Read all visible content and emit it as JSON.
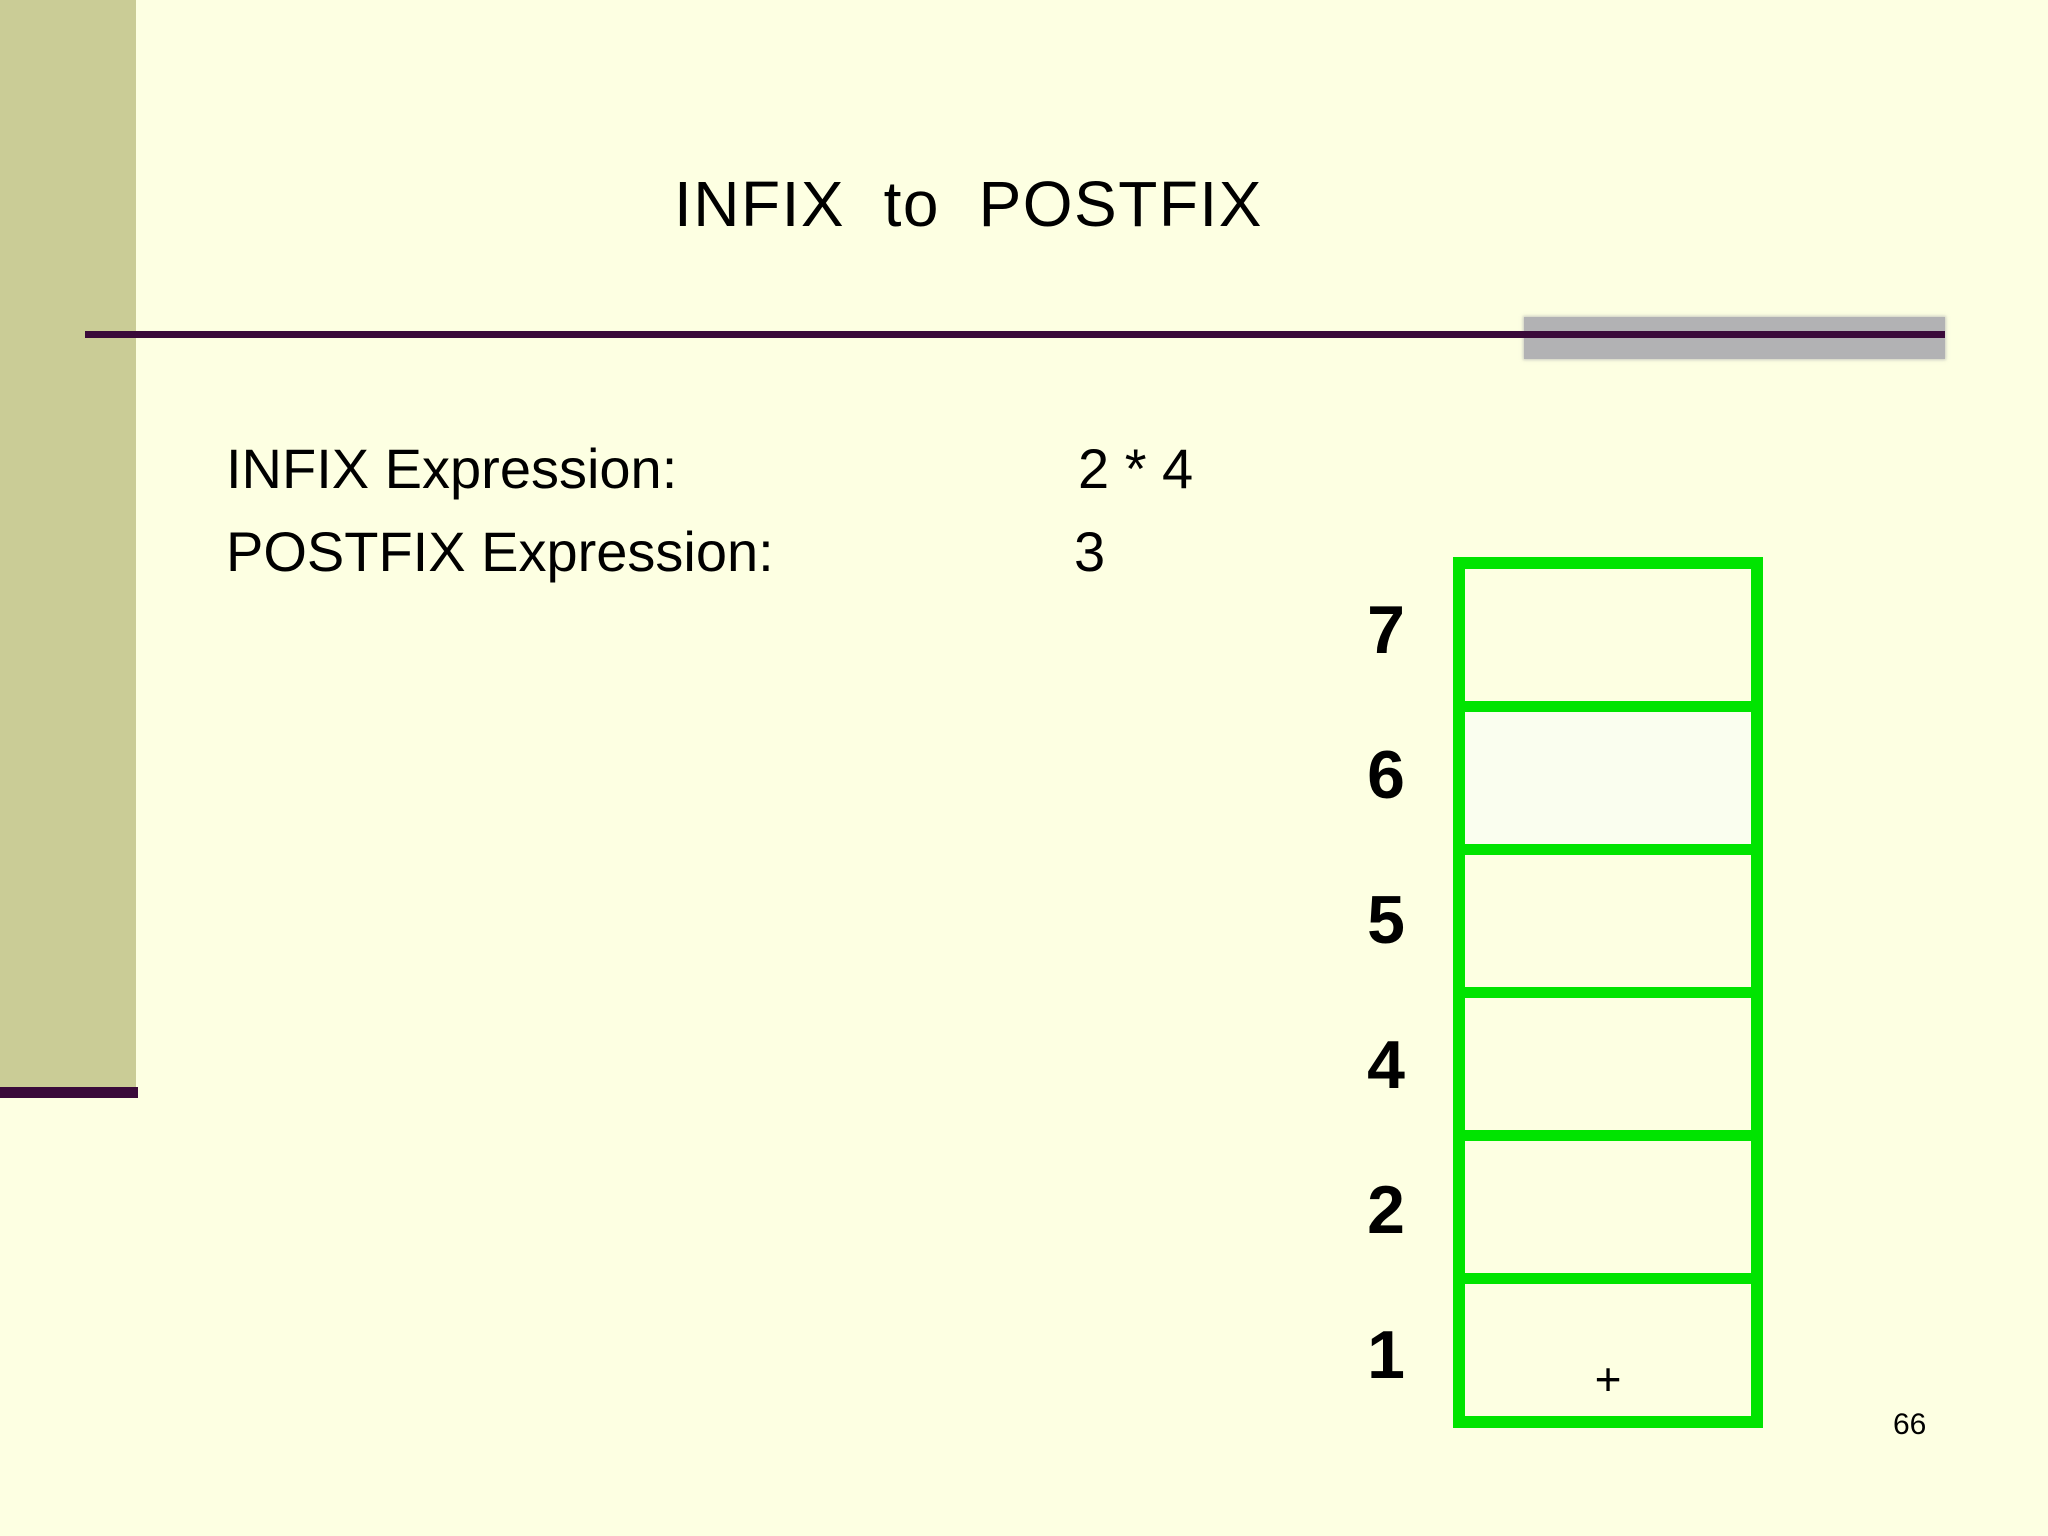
{
  "slide": {
    "title": "INFIX  to  POSTFIX",
    "page_number": "66"
  },
  "expressions": {
    "rows": [
      {
        "label": "INFIX Expression:",
        "value": "2 * 4"
      },
      {
        "label": "POSTFIX Expression:",
        "value": "3"
      }
    ]
  },
  "stack": {
    "levels": [
      {
        "label": "7",
        "content": ""
      },
      {
        "label": "6",
        "content": ""
      },
      {
        "label": "5",
        "content": ""
      },
      {
        "label": "4",
        "content": ""
      },
      {
        "label": "2",
        "content": ""
      },
      {
        "label": "1",
        "content": "+"
      }
    ]
  },
  "colors": {
    "background": "#FDFFE2",
    "left_bar": "#CACC96",
    "divider_purple": "#3A0A3A",
    "accent_gray": "#B2B2B4",
    "stack_green": "#00E400",
    "cell_highlight": "#FAFEEF",
    "text_black": "#000000"
  }
}
